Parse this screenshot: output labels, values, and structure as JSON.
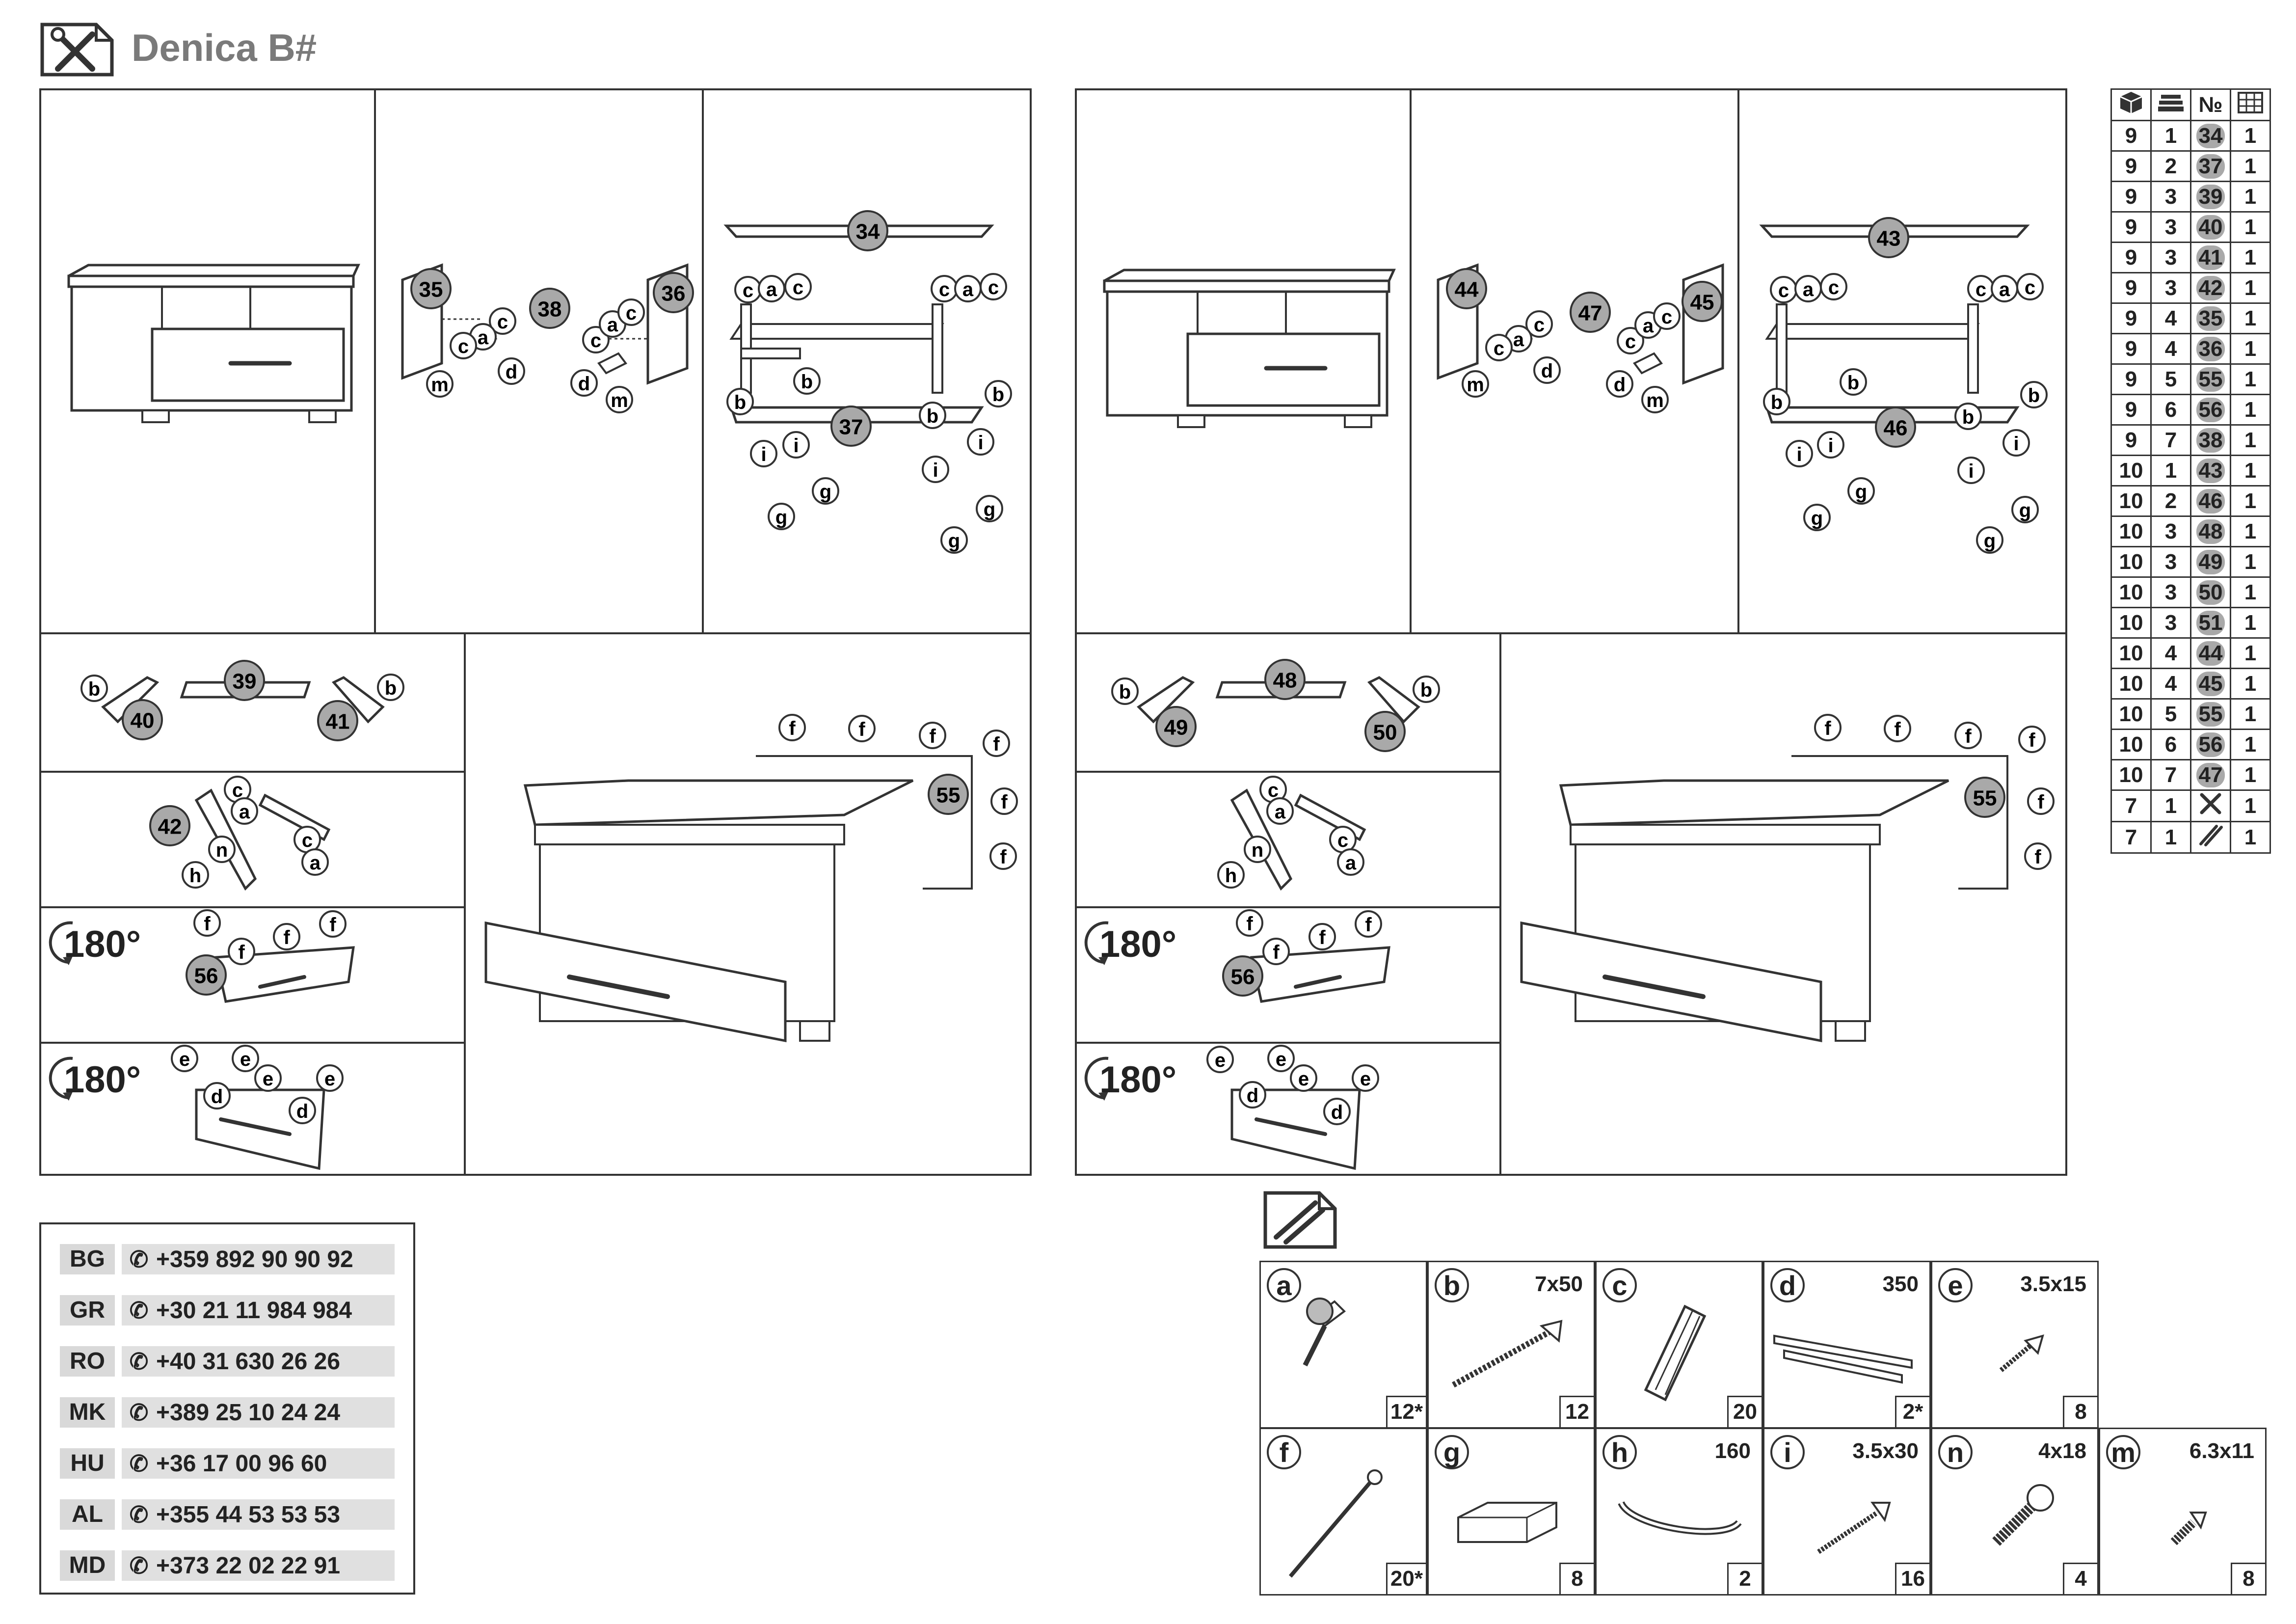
{
  "header": {
    "title": "Denica B#"
  },
  "callouts": {
    "p34": "34",
    "p35": "35",
    "p36": "36",
    "p37": "37",
    "p38": "38",
    "p39": "39",
    "p40": "40",
    "p41": "41",
    "p42": "42",
    "p43": "43",
    "p44": "44",
    "p45": "45",
    "p46": "46",
    "p47": "47",
    "p48": "48",
    "p49": "49",
    "p50": "50",
    "p55": "55",
    "p56": "56",
    "a": "a",
    "b": "b",
    "c": "c",
    "d": "d",
    "e": "e",
    "f": "f",
    "g": "g",
    "h": "h",
    "i": "i",
    "m": "m",
    "n": "n"
  },
  "rotation": {
    "label": "180°"
  },
  "parts_table": {
    "headers": [
      "box-icon",
      "layers-icon",
      "№",
      "grid-icon"
    ],
    "header_no": "№",
    "rows": [
      [
        "9",
        "1",
        "34",
        "1"
      ],
      [
        "9",
        "2",
        "37",
        "1"
      ],
      [
        "9",
        "3",
        "39",
        "1"
      ],
      [
        "9",
        "3",
        "40",
        "1"
      ],
      [
        "9",
        "3",
        "41",
        "1"
      ],
      [
        "9",
        "3",
        "42",
        "1"
      ],
      [
        "9",
        "4",
        "35",
        "1"
      ],
      [
        "9",
        "4",
        "36",
        "1"
      ],
      [
        "9",
        "5",
        "55",
        "1"
      ],
      [
        "9",
        "6",
        "56",
        "1"
      ],
      [
        "9",
        "7",
        "38",
        "1"
      ],
      [
        "10",
        "1",
        "43",
        "1"
      ],
      [
        "10",
        "2",
        "46",
        "1"
      ],
      [
        "10",
        "3",
        "48",
        "1"
      ],
      [
        "10",
        "3",
        "49",
        "1"
      ],
      [
        "10",
        "3",
        "50",
        "1"
      ],
      [
        "10",
        "3",
        "51",
        "1"
      ],
      [
        "10",
        "4",
        "44",
        "1"
      ],
      [
        "10",
        "4",
        "45",
        "1"
      ],
      [
        "10",
        "5",
        "55",
        "1"
      ],
      [
        "10",
        "6",
        "56",
        "1"
      ],
      [
        "10",
        "7",
        "47",
        "1"
      ],
      [
        "7",
        "1",
        "tools-icon",
        "1"
      ],
      [
        "7",
        "1",
        "sticks-icon",
        "1"
      ]
    ]
  },
  "phones": [
    {
      "code": "BG",
      "number": "+359 892 90 90 92"
    },
    {
      "code": "GR",
      "number": "+30 21 11 984 984"
    },
    {
      "code": "RO",
      "number": "+40 31 630 26 26"
    },
    {
      "code": "MK",
      "number": "+389 25 10 24 24"
    },
    {
      "code": "HU",
      "number": "+36 17 00 96 60"
    },
    {
      "code": "AL",
      "number": "+355 44 53 53 53"
    },
    {
      "code": "MD",
      "number": "+373 22 02 22 91"
    }
  ],
  "hardware": [
    {
      "letter": "a",
      "dim": "",
      "qty": "12*"
    },
    {
      "letter": "b",
      "dim": "7x50",
      "qty": "12"
    },
    {
      "letter": "c",
      "dim": "",
      "qty": "20"
    },
    {
      "letter": "d",
      "dim": "350",
      "qty": "2*"
    },
    {
      "letter": "e",
      "dim": "3.5x15",
      "qty": "8"
    },
    {
      "letter": "f",
      "dim": "",
      "qty": "20*"
    },
    {
      "letter": "g",
      "dim": "",
      "qty": "8"
    },
    {
      "letter": "h",
      "dim": "160",
      "qty": "2"
    },
    {
      "letter": "i",
      "dim": "3.5x30",
      "qty": "16"
    },
    {
      "letter": "n",
      "dim": "4x18",
      "qty": "4"
    },
    {
      "letter": "m",
      "dim": "6.3x11",
      "qty": "8"
    }
  ]
}
